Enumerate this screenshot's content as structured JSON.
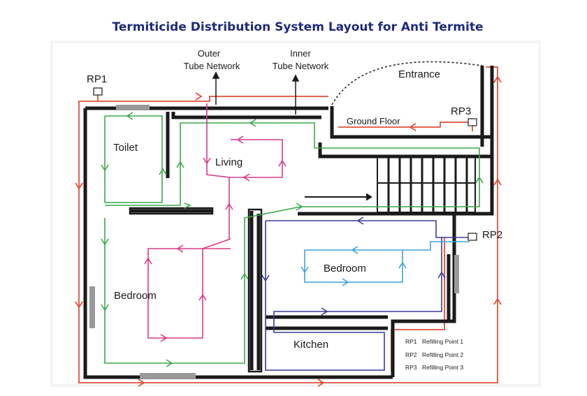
{
  "title": "Termiticide Distribution System Layout for Anti Termite",
  "labels": {
    "outer_tube": [
      "Outer",
      "Tube Network"
    ],
    "inner_tube": [
      "Inner",
      "Tube Network"
    ],
    "entrance": "Entrance",
    "ground_floor": "Ground Floor",
    "rp1": "RP1",
    "rp2": "RP2",
    "rp3": "RP3"
  },
  "rooms": {
    "toilet": "Toilet",
    "living": "Living",
    "bedroom_left": "Bedroom",
    "bedroom_right": "Bedroom",
    "kitchen": "Kitchen"
  },
  "legend": [
    {
      "code": "RP1",
      "text": "Refilling Point 1"
    },
    {
      "code": "RP2",
      "text": "Refilling Point 2"
    },
    {
      "code": "RP3",
      "text": "Refilling Point 3"
    }
  ],
  "colors": {
    "wall": "#1a1a1a",
    "outer_tube": "#e0503a",
    "green_tube": "#3aa84a",
    "pink_tube": "#d63a8a",
    "navy_tube": "#3a3a9a",
    "cyan_tube": "#3aa4d8",
    "title": "#1f2a7a",
    "frame": "#f2f2f2"
  }
}
